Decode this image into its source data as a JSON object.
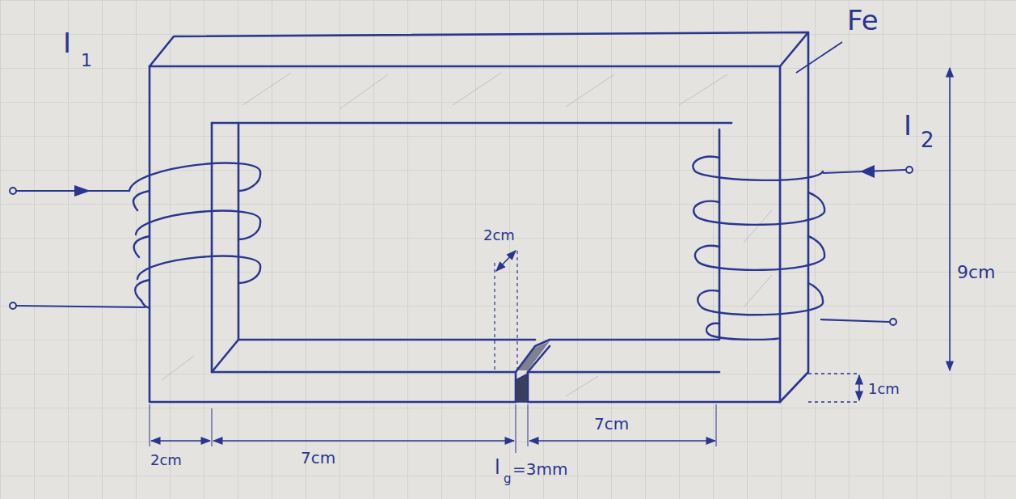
{
  "diagram": {
    "labels": [
      "I",
      "1",
      "Fe",
      "I",
      "2",
      "2cm",
      "9cm",
      "1cm",
      "2cm",
      "7cm",
      "7cm",
      "l",
      "g",
      "=3mm"
    ]
  }
}
